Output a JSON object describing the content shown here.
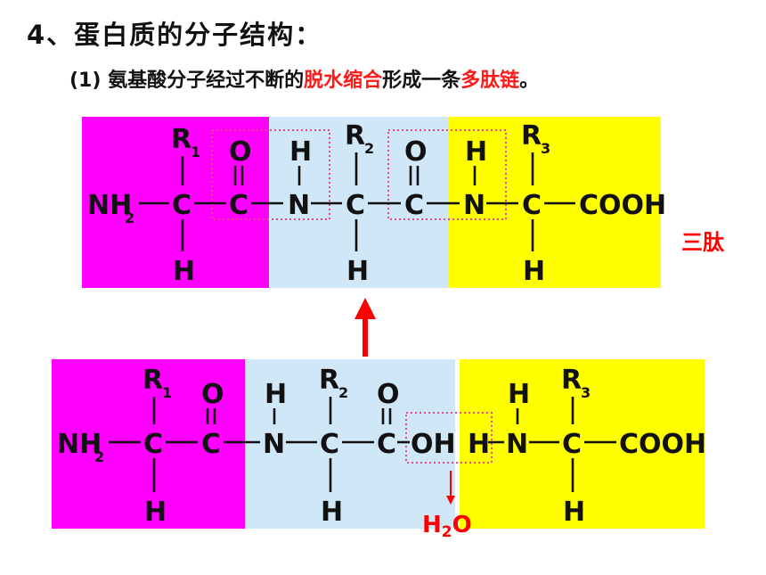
{
  "heading": {
    "title": "4、蛋白质的分子结构：",
    "subtitle_prefix": "(1) 氨基酸分子经过不断的",
    "subtitle_red1": "脱水缩合",
    "subtitle_middle": "形成一条",
    "subtitle_red2": "多肽链",
    "subtitle_suffix": "。"
  },
  "tripeptide": {
    "label": "三肽",
    "atoms": {
      "nh2": "NH",
      "nh2_sub": "2",
      "c": "C",
      "o": "O",
      "n": "N",
      "h": "H",
      "r": "R",
      "cooh": "COOH",
      "r1_sub": "1",
      "r2_sub": "2",
      "r3_sub": "3"
    }
  },
  "reactants": {
    "atoms": {
      "nh2": "NH",
      "nh2_sub": "2",
      "c": "C",
      "o": "O",
      "n": "N",
      "h": "H",
      "r": "R",
      "oh": "OH",
      "cooh": "COOH",
      "r1_sub": "1",
      "r2_sub": "2",
      "r3_sub": "3"
    }
  },
  "water": {
    "h": "H",
    "sub": "2",
    "o": "O"
  },
  "colors": {
    "magenta": "#ff00ff",
    "light_blue": "#cfe7f6",
    "yellow": "#ffff00",
    "red": "#ff0000",
    "dashed_box": "#e8468f"
  }
}
